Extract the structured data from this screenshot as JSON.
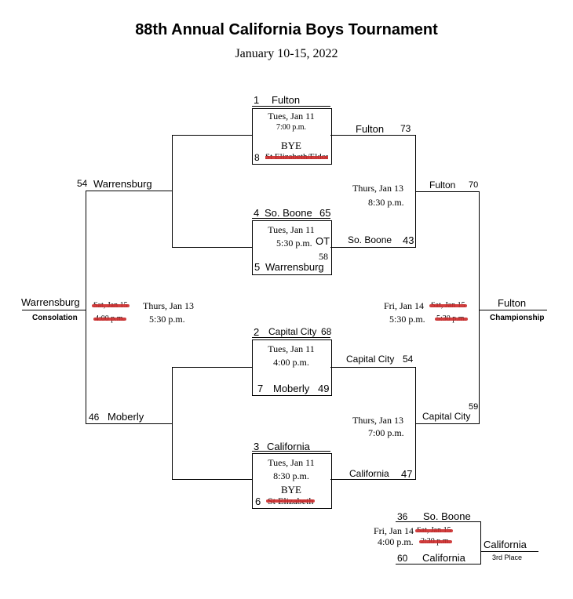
{
  "title": "88th Annual California Boys Tournament",
  "subtitle": "January 10-15, 2022",
  "games": {
    "g1": {
      "top_seed": "1",
      "top_team": "Fulton",
      "date": "Tues, Jan 11",
      "time": "7:00 p.m.",
      "bye_label": "BYE",
      "bottom_seed": "8",
      "bottom_team": "St Elizabeth/Eldon"
    },
    "g2": {
      "top_seed": "4",
      "top_team": "So. Boone",
      "top_score": "65",
      "date": "Tues, Jan 11",
      "time": "5:30 p.m.",
      "ot": "OT",
      "bottom_score": "58",
      "bottom_seed": "5",
      "bottom_team": "Warrensburg"
    },
    "g3": {
      "top_seed": "2",
      "top_team": "Capital City",
      "top_score": "68",
      "date": "Tues, Jan 11",
      "time": "4:00 p.m.",
      "bottom_seed": "7",
      "bottom_team": "Moberly",
      "bottom_score": "49"
    },
    "g4": {
      "top_seed": "3",
      "top_team": "California",
      "date": "Tues, Jan 11",
      "time": "8:30 p.m.",
      "bye_label": "BYE",
      "bottom_seed": "6",
      "bottom_team": "St Elizabeth"
    },
    "semis": {
      "top": {
        "team1": "Fulton",
        "score1": "73",
        "team2": "So. Boone",
        "score2": "43",
        "date": "Thurs, Jan 13",
        "time": "8:30 p.m."
      },
      "bottom": {
        "team1": "Capital City",
        "score1": "54",
        "team2": "California",
        "score2": "47",
        "date": "Thurs, Jan 13",
        "time": "7:00 p.m."
      }
    },
    "championship": {
      "team1": "Fulton",
      "score1": "70",
      "team2": "Capital City",
      "score2": "59",
      "date": "Fri, Jan 14",
      "time": "5:30 p.m.",
      "old_date": "Sat, Jan 15",
      "old_time": "5:30 p.m.",
      "winner": "Fulton",
      "label": "Championship"
    },
    "consolation": {
      "team1": "Warrensburg",
      "score1": "54",
      "team2": "Moberly",
      "score2": "46",
      "date": "Thurs, Jan 13",
      "time": "5:30 p.m.",
      "old_date": "Sat, Jan 15",
      "old_time": "4:00 p.m.",
      "winner": "Warrensburg",
      "label": "Consolation"
    },
    "third_place": {
      "team1": "So. Boone",
      "score1": "36",
      "team2": "California",
      "score2": "60",
      "date": "Fri, Jan 14",
      "time": "4:00 p.m.",
      "old_date": "Sat, Jan 15",
      "old_time": "2:30 p.m.",
      "winner": "California",
      "label": "3rd Place"
    }
  }
}
